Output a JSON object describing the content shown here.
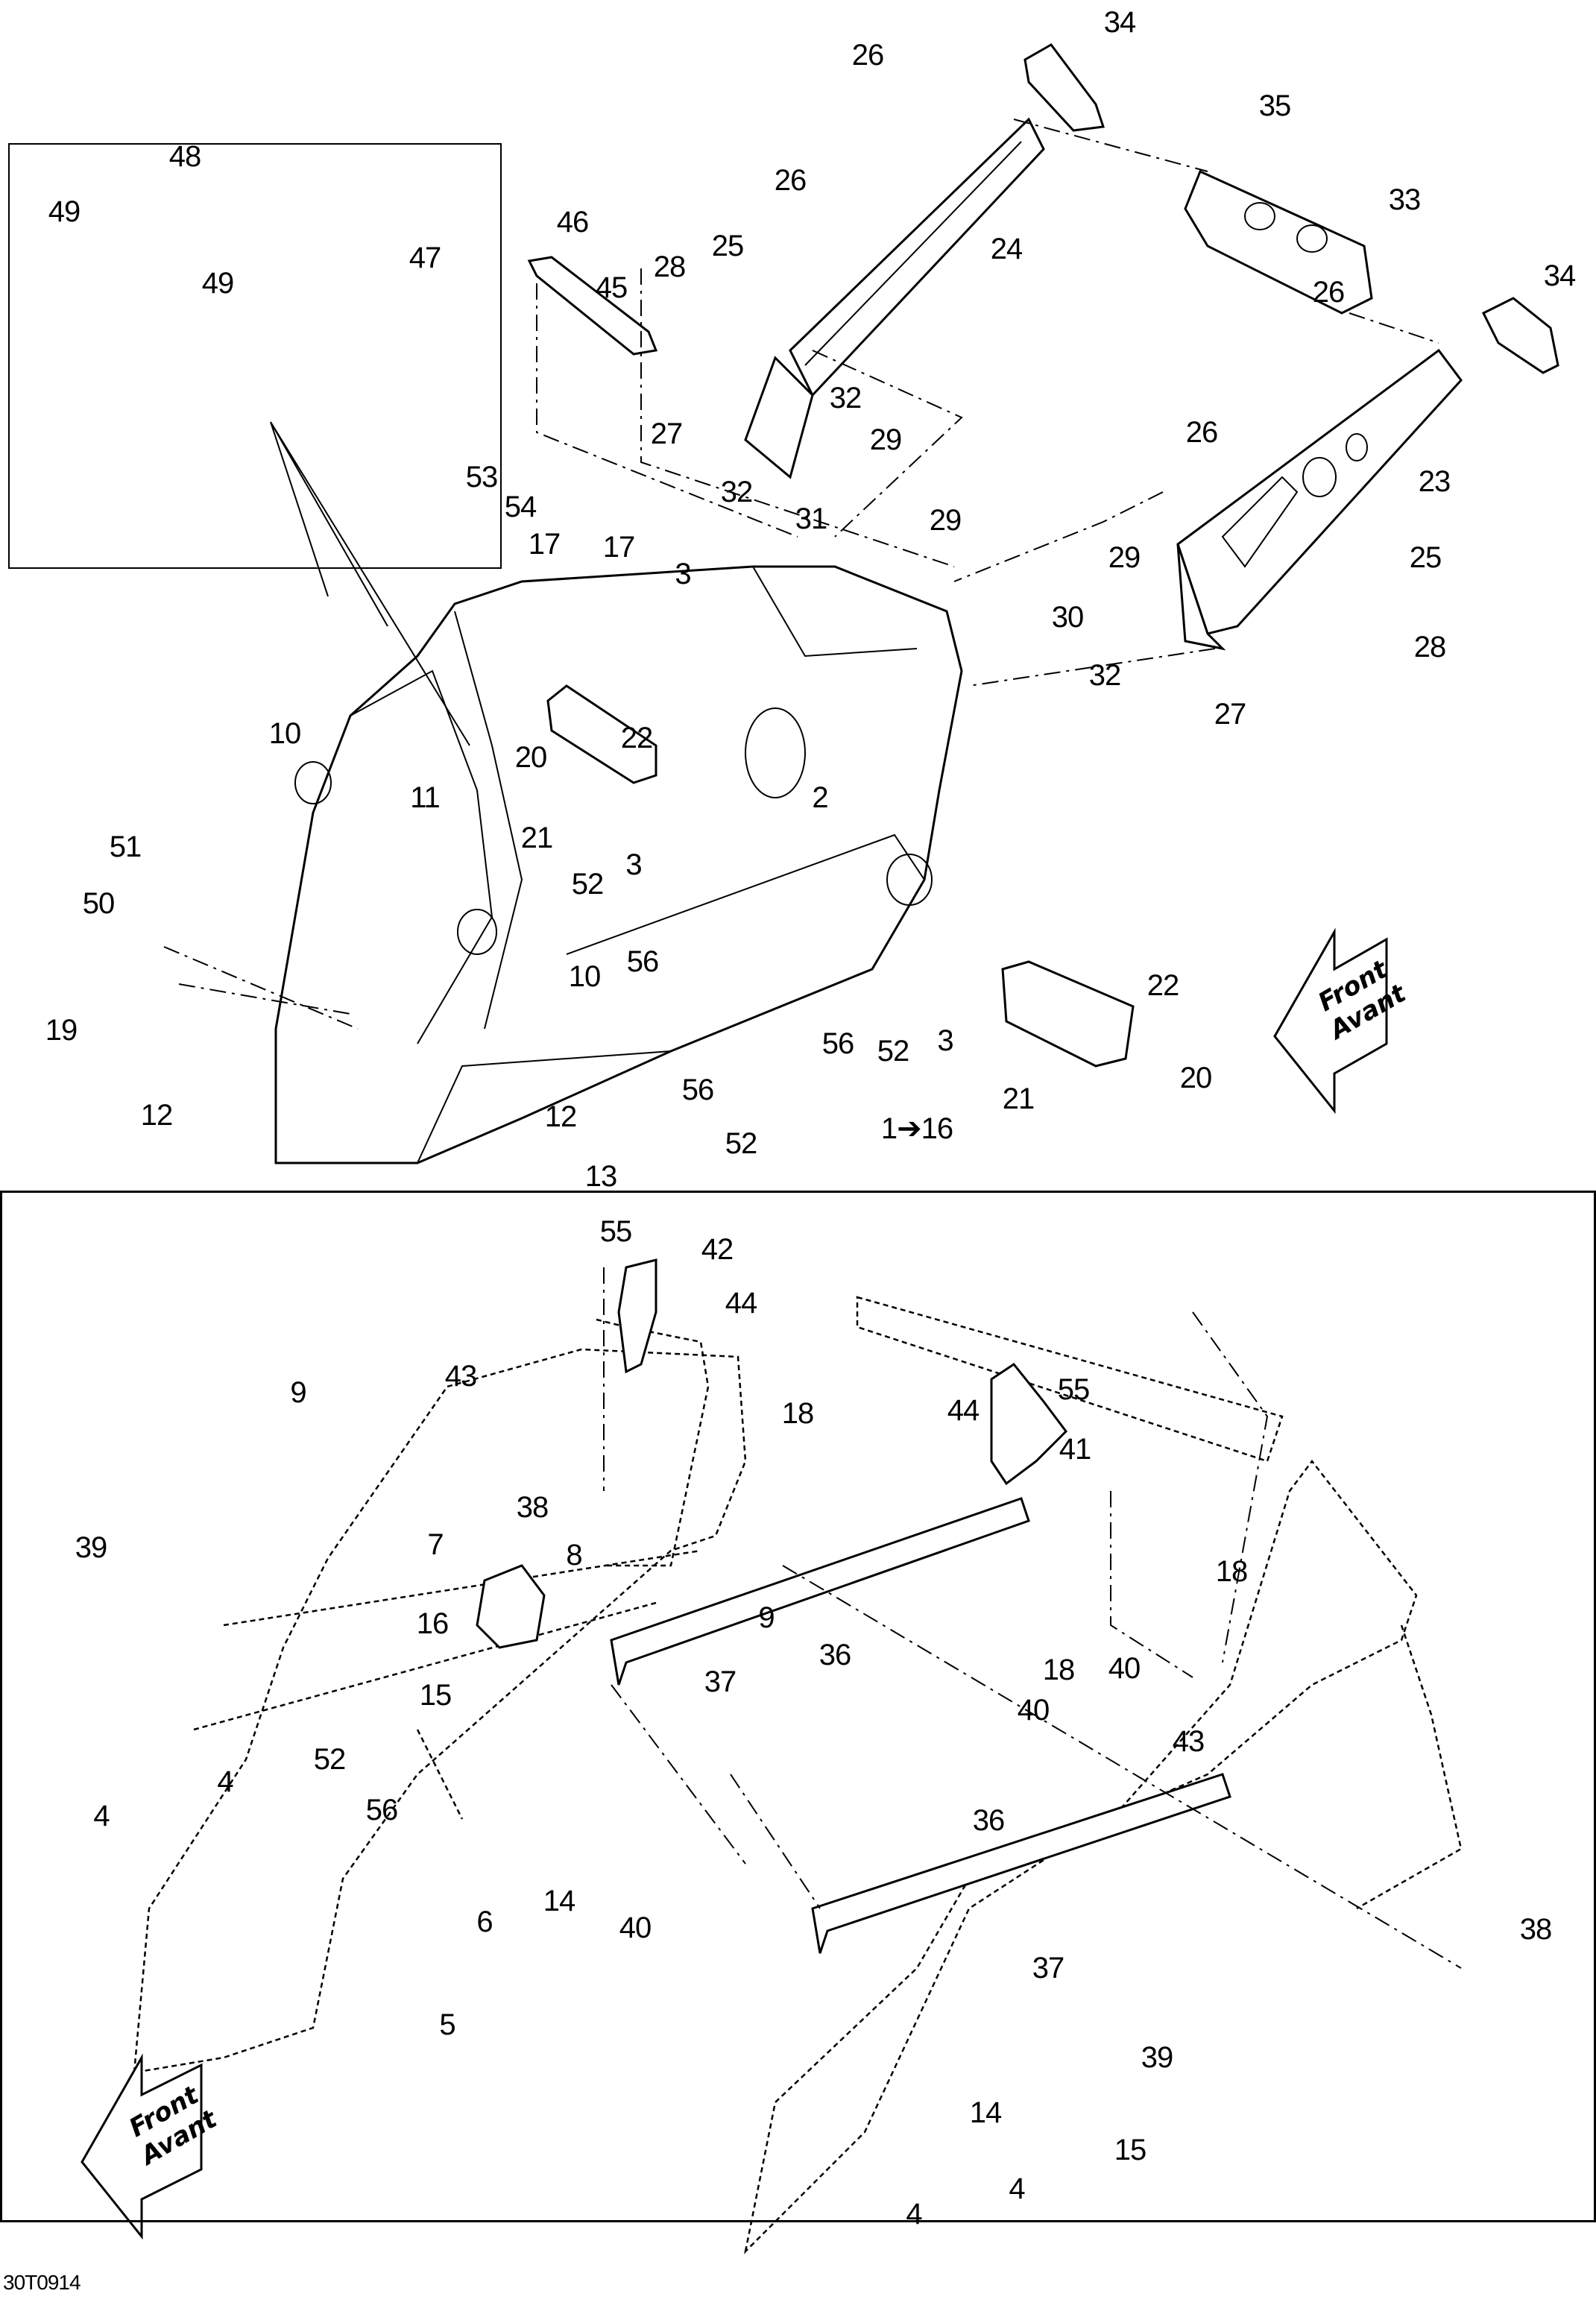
{
  "document": {
    "title": "Frame exploded view",
    "drawing_code": "30T0914"
  },
  "front_indicator": {
    "line1": "Front",
    "line2": "Avant"
  },
  "upper_view": {
    "inset_labels": [
      "48",
      "49",
      "47",
      "49"
    ],
    "labels": [
      "34",
      "26",
      "35",
      "26",
      "24",
      "33",
      "46",
      "45",
      "28",
      "25",
      "34",
      "26",
      "27",
      "32",
      "29",
      "32",
      "31",
      "23",
      "26",
      "53",
      "54",
      "17",
      "17",
      "3",
      "29",
      "29",
      "25",
      "30",
      "28",
      "32",
      "27",
      "10",
      "22",
      "20",
      "11",
      "2",
      "21",
      "3",
      "52",
      "51",
      "10",
      "50",
      "56",
      "22",
      "19",
      "56",
      "3",
      "52",
      "20",
      "12",
      "12",
      "56",
      "21",
      "52",
      "1➔16",
      "13"
    ]
  },
  "lower_view": {
    "labels": [
      "55",
      "42",
      "44",
      "43",
      "9",
      "44",
      "55",
      "18",
      "41",
      "38",
      "39",
      "7",
      "8",
      "18",
      "16",
      "9",
      "36",
      "18",
      "15",
      "37",
      "40",
      "40",
      "43",
      "52",
      "4",
      "4",
      "56",
      "6",
      "14",
      "36",
      "40",
      "5",
      "37",
      "38",
      "39",
      "14",
      "15",
      "4",
      "4"
    ]
  }
}
